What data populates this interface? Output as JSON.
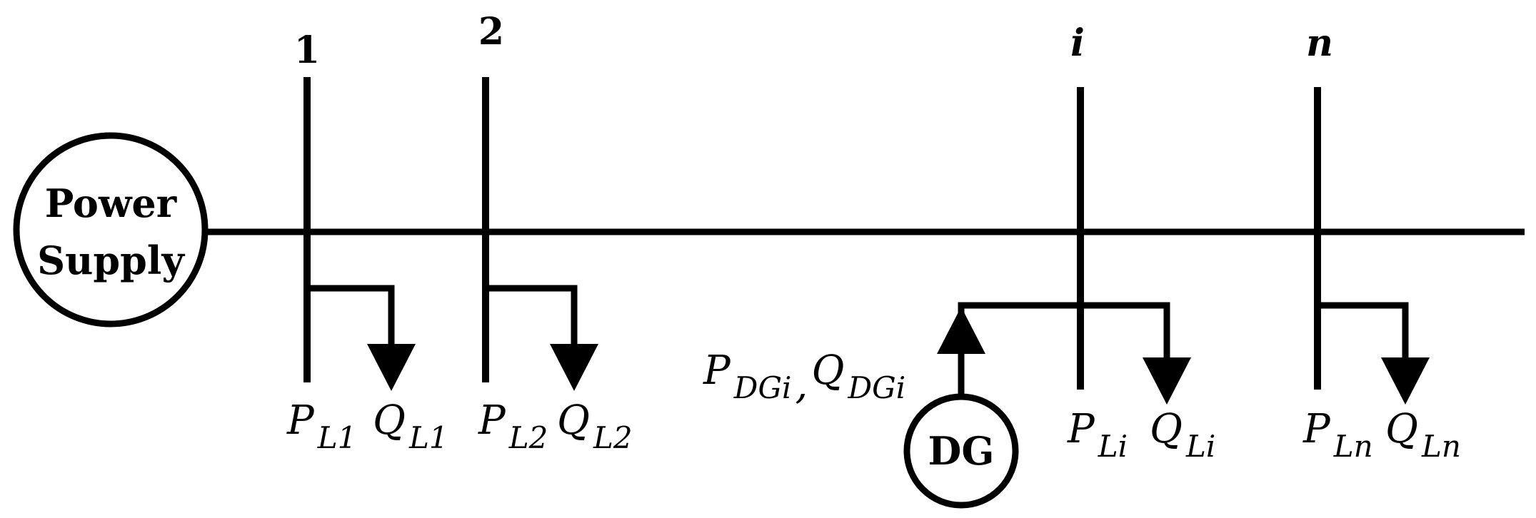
{
  "diagram": {
    "source": {
      "line1": "Power",
      "line2": "Supply"
    },
    "buses": [
      {
        "id": "bus-1",
        "label": "1"
      },
      {
        "id": "bus-2",
        "label": "2"
      },
      {
        "id": "bus-i",
        "label": "i"
      },
      {
        "id": "bus-n",
        "label": "n"
      }
    ],
    "loads": [
      {
        "p_main": "P",
        "p_sub": "L1",
        "q_main": "Q",
        "q_sub": "L1"
      },
      {
        "p_main": "P",
        "p_sub": "L2",
        "q_main": "Q",
        "q_sub": "L2"
      },
      {
        "p_main": "P",
        "p_sub": "Li",
        "q_main": "Q",
        "q_sub": "Li"
      },
      {
        "p_main": "P",
        "p_sub": "Ln",
        "q_main": "Q",
        "q_sub": "Ln"
      }
    ],
    "dg": {
      "label": "DG",
      "p_main": "P",
      "p_sub": "DGi",
      "separator": ",",
      "q_main": "Q",
      "q_sub": "DGi"
    }
  }
}
